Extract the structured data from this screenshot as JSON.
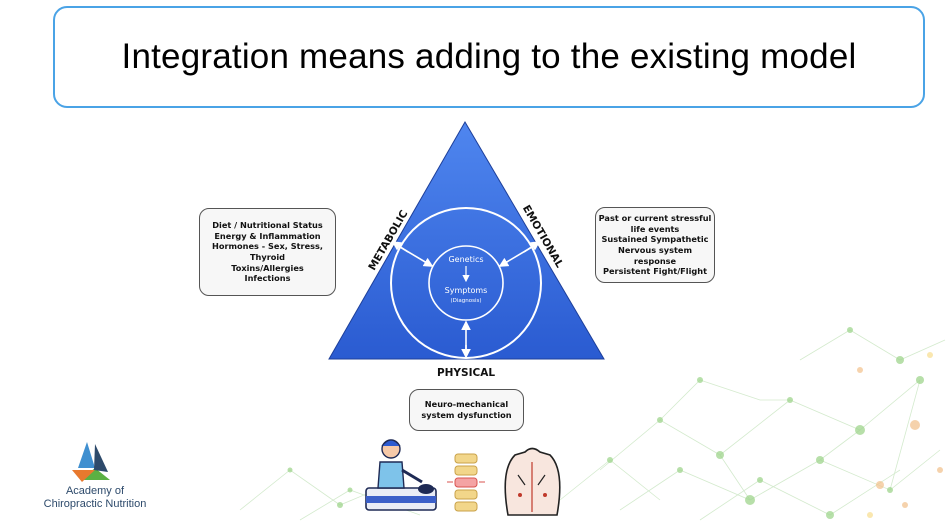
{
  "title": "Integration means adding to the existing model",
  "diagram": {
    "sides": {
      "left": "METABOLIC",
      "right": "EMOTIONAL",
      "bottom": "PHYSICAL"
    },
    "center": {
      "top": "Genetics",
      "middle": "Symptoms",
      "sub": "(Diagnosis)"
    },
    "colors": {
      "triangle": "#2f63d8",
      "triangle_light": "#4f86ef",
      "ring": "#ffffff"
    }
  },
  "notes": {
    "metabolic": [
      "Diet / Nutritional Status",
      "Energy & Inflammation",
      "Hormones - Sex, Stress,",
      "Thyroid",
      "Toxins/Allergies",
      "Infections"
    ],
    "emotional": [
      "Past or current stressful",
      "life events",
      "Sustained Sympathetic",
      "Nervous system",
      "response",
      "Persistent Fight/Flight"
    ],
    "physical": [
      "Neuro-mechanical",
      "system dysfunction"
    ]
  },
  "logo": {
    "line1": "Academy of",
    "line2": "Chiropractic Nutrition",
    "colors": [
      "#e8792e",
      "#3f8fd0",
      "#5bb043",
      "#2d4a6b"
    ]
  }
}
